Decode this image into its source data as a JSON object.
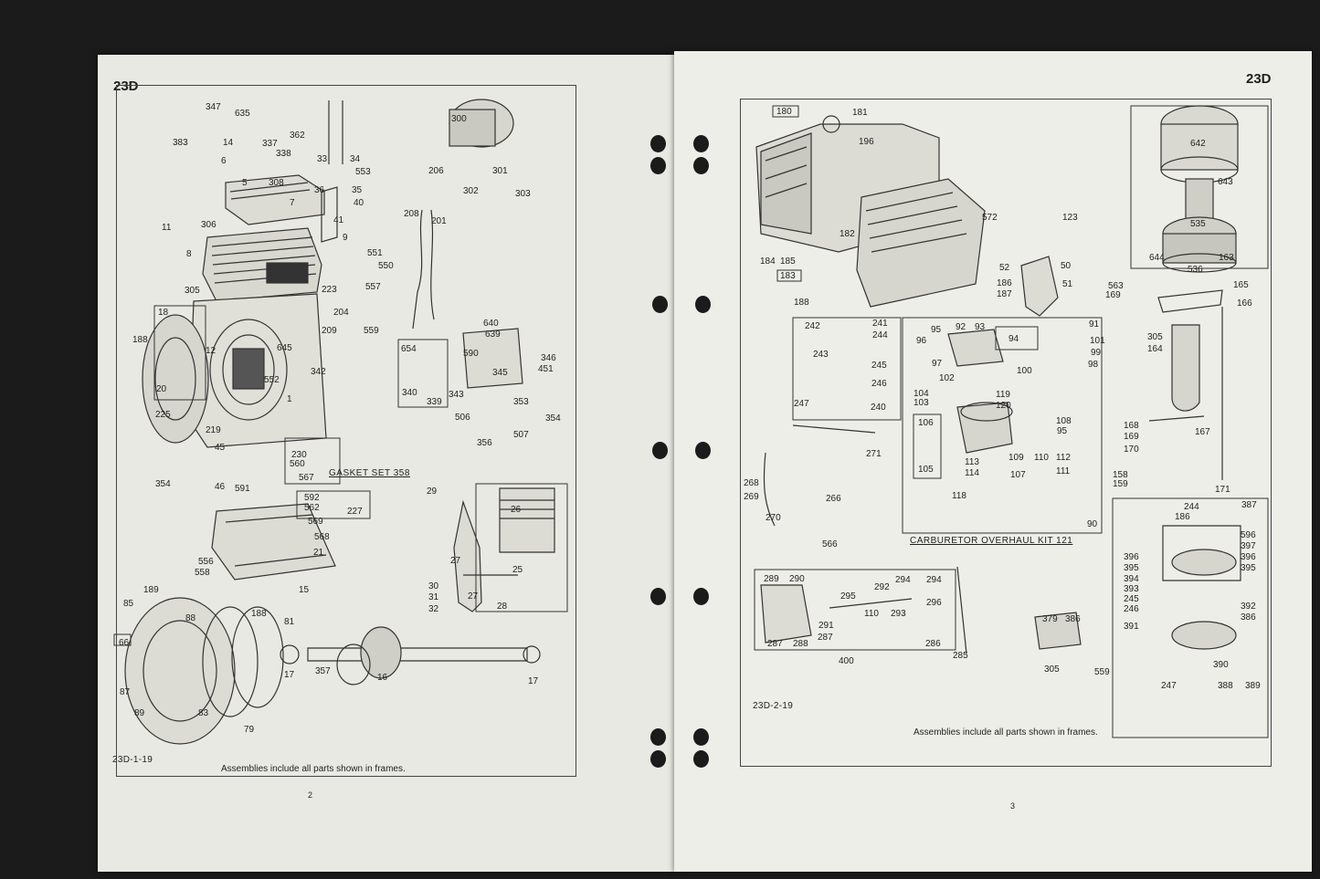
{
  "left_page": {
    "section": "23D",
    "page_number": "2",
    "drawing_code": "23D-1-19",
    "caption": "Assemblies include all parts shown in frames.",
    "kit_title": "GASKET SET 358",
    "part_labels": [
      "383",
      "347",
      "635",
      "337",
      "338",
      "362",
      "14",
      "6",
      "5",
      "308",
      "7",
      "33",
      "34",
      "553",
      "36",
      "35",
      "40",
      "41",
      "11",
      "306",
      "8",
      "9",
      "551",
      "550",
      "557",
      "305",
      "223",
      "204",
      "209",
      "559",
      "18",
      "188",
      "12",
      "645",
      "342",
      "552",
      "1",
      "20",
      "225",
      "219",
      "300",
      "206",
      "301",
      "302",
      "303",
      "208",
      "201",
      "640",
      "639",
      "654",
      "590",
      "346",
      "451",
      "345",
      "340",
      "339",
      "343",
      "353",
      "506",
      "354",
      "507",
      "356",
      "45",
      "230",
      "560",
      "567",
      "354",
      "46",
      "591",
      "592",
      "562",
      "227",
      "569",
      "568",
      "21",
      "556",
      "558",
      "15",
      "29",
      "26",
      "27",
      "25",
      "30",
      "31",
      "32",
      "27",
      "28",
      "189",
      "85",
      "88",
      "188",
      "81",
      "66",
      "87",
      "89",
      "83",
      "79",
      "17",
      "357",
      "16",
      "17"
    ]
  },
  "right_page": {
    "section": "23D",
    "page_number": "3",
    "drawing_code": "23D-2-19",
    "caption": "Assemblies include all parts shown in frames.",
    "kit_title": "CARBURETOR OVERHAUL KIT 121",
    "part_labels": [
      "180",
      "181",
      "196",
      "572",
      "123",
      "182",
      "52",
      "50",
      "51",
      "184",
      "185",
      "183",
      "186",
      "187",
      "188",
      "642",
      "643",
      "535",
      "644",
      "163",
      "536",
      "563",
      "169",
      "165",
      "166",
      "305",
      "164",
      "242",
      "241",
      "244",
      "243",
      "245",
      "246",
      "247",
      "240",
      "95",
      "92",
      "93",
      "91",
      "96",
      "97",
      "94",
      "101",
      "99",
      "102",
      "100",
      "98",
      "104",
      "103",
      "119",
      "120",
      "106",
      "105",
      "108",
      "95",
      "109",
      "110",
      "112",
      "111",
      "107",
      "113",
      "114",
      "118",
      "90",
      "271",
      "268",
      "269",
      "270",
      "266",
      "566",
      "168",
      "169",
      "167",
      "170",
      "158",
      "159",
      "171",
      "244",
      "387",
      "186",
      "596",
      "397",
      "396",
      "396",
      "395",
      "395",
      "394",
      "393",
      "392",
      "245",
      "386",
      "246",
      "391",
      "390",
      "247",
      "388",
      "389",
      "289",
      "290",
      "292",
      "294",
      "294",
      "296",
      "295",
      "110",
      "293",
      "291",
      "287",
      "287",
      "288",
      "286",
      "400",
      "285",
      "379",
      "386",
      "305",
      "559"
    ]
  }
}
